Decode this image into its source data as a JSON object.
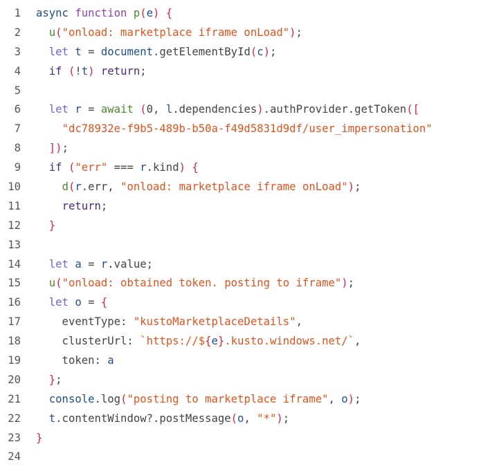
{
  "editor": {
    "lines": [
      {
        "n": "1",
        "tokens": [
          [
            "k-async",
            "async"
          ],
          [
            "plain",
            " "
          ],
          [
            "k-fn",
            "function"
          ],
          [
            "plain",
            " "
          ],
          [
            "fn",
            "p"
          ],
          [
            "br",
            "("
          ],
          [
            "var",
            "e"
          ],
          [
            "br",
            ")"
          ],
          [
            "plain",
            " "
          ],
          [
            "br",
            "{"
          ]
        ]
      },
      {
        "n": "2",
        "tokens": [
          [
            "plain",
            "  "
          ],
          [
            "fn",
            "u"
          ],
          [
            "br",
            "("
          ],
          [
            "str",
            "\"onload: marketplace iframe onLoad\""
          ],
          [
            "br",
            ")"
          ],
          [
            "plain",
            ";"
          ]
        ]
      },
      {
        "n": "3",
        "tokens": [
          [
            "plain",
            "  "
          ],
          [
            "k-let",
            "let"
          ],
          [
            "plain",
            " "
          ],
          [
            "var",
            "t"
          ],
          [
            "plain",
            " = "
          ],
          [
            "var",
            "document"
          ],
          [
            "plain",
            ".getElementById"
          ],
          [
            "br",
            "("
          ],
          [
            "var",
            "c"
          ],
          [
            "br",
            ")"
          ],
          [
            "plain",
            ";"
          ]
        ]
      },
      {
        "n": "4",
        "tokens": [
          [
            "plain",
            "  "
          ],
          [
            "k-ctl",
            "if"
          ],
          [
            "plain",
            " "
          ],
          [
            "br",
            "("
          ],
          [
            "plain",
            "!"
          ],
          [
            "var",
            "t"
          ],
          [
            "br",
            ")"
          ],
          [
            "plain",
            " "
          ],
          [
            "k-ctl",
            "return"
          ],
          [
            "plain",
            ";"
          ]
        ]
      },
      {
        "n": "5",
        "tokens": []
      },
      {
        "n": "6",
        "tokens": [
          [
            "plain",
            "  "
          ],
          [
            "k-let",
            "let"
          ],
          [
            "plain",
            " "
          ],
          [
            "var",
            "r"
          ],
          [
            "plain",
            " = "
          ],
          [
            "fn",
            "await"
          ],
          [
            "plain",
            " "
          ],
          [
            "br",
            "("
          ],
          [
            "plain",
            "0, "
          ],
          [
            "var",
            "l"
          ],
          [
            "plain",
            ".dependencies"
          ],
          [
            "br",
            ")"
          ],
          [
            "plain",
            ".authProvider.getToken"
          ],
          [
            "br",
            "(["
          ]
        ]
      },
      {
        "n": "7",
        "tokens": [
          [
            "plain",
            "    "
          ],
          [
            "str",
            "\"dc78932e-f9b5-489b-b50a-f49d5831d9df/user_impersonation\""
          ]
        ]
      },
      {
        "n": "8",
        "tokens": [
          [
            "plain",
            "  "
          ],
          [
            "br",
            "])"
          ],
          [
            "plain",
            ";"
          ]
        ]
      },
      {
        "n": "9",
        "tokens": [
          [
            "plain",
            "  "
          ],
          [
            "k-ctl",
            "if"
          ],
          [
            "plain",
            " "
          ],
          [
            "br",
            "("
          ],
          [
            "str",
            "\"err\""
          ],
          [
            "plain",
            " === "
          ],
          [
            "var",
            "r"
          ],
          [
            "plain",
            ".kind"
          ],
          [
            "br",
            ")"
          ],
          [
            "plain",
            " "
          ],
          [
            "br",
            "{"
          ]
        ]
      },
      {
        "n": "10",
        "tokens": [
          [
            "plain",
            "    "
          ],
          [
            "fn",
            "d"
          ],
          [
            "br",
            "("
          ],
          [
            "var",
            "r"
          ],
          [
            "plain",
            ".err, "
          ],
          [
            "str",
            "\"onload: marketplace iframe onLoad\""
          ],
          [
            "br",
            ")"
          ],
          [
            "plain",
            ";"
          ]
        ]
      },
      {
        "n": "11",
        "tokens": [
          [
            "plain",
            "    "
          ],
          [
            "k-ctl",
            "return"
          ],
          [
            "plain",
            ";"
          ]
        ]
      },
      {
        "n": "12",
        "tokens": [
          [
            "plain",
            "  "
          ],
          [
            "br",
            "}"
          ]
        ]
      },
      {
        "n": "13",
        "tokens": []
      },
      {
        "n": "14",
        "tokens": [
          [
            "plain",
            "  "
          ],
          [
            "k-let",
            "let"
          ],
          [
            "plain",
            " "
          ],
          [
            "var",
            "a"
          ],
          [
            "plain",
            " = "
          ],
          [
            "var",
            "r"
          ],
          [
            "plain",
            ".value;"
          ]
        ]
      },
      {
        "n": "15",
        "tokens": [
          [
            "plain",
            "  "
          ],
          [
            "fn",
            "u"
          ],
          [
            "br",
            "("
          ],
          [
            "str",
            "\"onload: obtained token. posting to iframe\""
          ],
          [
            "br",
            ")"
          ],
          [
            "plain",
            ";"
          ]
        ]
      },
      {
        "n": "16",
        "tokens": [
          [
            "plain",
            "  "
          ],
          [
            "k-let",
            "let"
          ],
          [
            "plain",
            " "
          ],
          [
            "var",
            "o"
          ],
          [
            "plain",
            " = "
          ],
          [
            "br",
            "{"
          ]
        ]
      },
      {
        "n": "17",
        "tokens": [
          [
            "plain",
            "    eventType: "
          ],
          [
            "str",
            "\"kustoMarketplaceDetails\""
          ],
          [
            "plain",
            ","
          ]
        ]
      },
      {
        "n": "18",
        "tokens": [
          [
            "plain",
            "    clusterUrl: "
          ],
          [
            "str",
            "`https://$"
          ],
          [
            "br",
            "{"
          ],
          [
            "var",
            "e"
          ],
          [
            "br",
            "}"
          ],
          [
            "str",
            ".kusto.windows.net/`"
          ],
          [
            "plain",
            ","
          ]
        ]
      },
      {
        "n": "19",
        "tokens": [
          [
            "plain",
            "    token: "
          ],
          [
            "var",
            "a"
          ]
        ]
      },
      {
        "n": "20",
        "tokens": [
          [
            "plain",
            "  "
          ],
          [
            "br",
            "}"
          ],
          [
            "plain",
            ";"
          ]
        ]
      },
      {
        "n": "21",
        "tokens": [
          [
            "plain",
            "  "
          ],
          [
            "var",
            "console"
          ],
          [
            "plain",
            ".log"
          ],
          [
            "br",
            "("
          ],
          [
            "str",
            "\"posting to marketplace iframe\""
          ],
          [
            "plain",
            ", "
          ],
          [
            "var",
            "o"
          ],
          [
            "br",
            ")"
          ],
          [
            "plain",
            ";"
          ]
        ]
      },
      {
        "n": "22",
        "tokens": [
          [
            "plain",
            "  "
          ],
          [
            "var",
            "t"
          ],
          [
            "plain",
            ".contentWindow?.postMessage"
          ],
          [
            "br",
            "("
          ],
          [
            "var",
            "o"
          ],
          [
            "plain",
            ", "
          ],
          [
            "str",
            "\"*\""
          ],
          [
            "br",
            ")"
          ],
          [
            "plain",
            ";"
          ]
        ]
      },
      {
        "n": "23",
        "tokens": [
          [
            "br",
            "}"
          ]
        ]
      },
      {
        "n": "24",
        "tokens": []
      }
    ]
  }
}
